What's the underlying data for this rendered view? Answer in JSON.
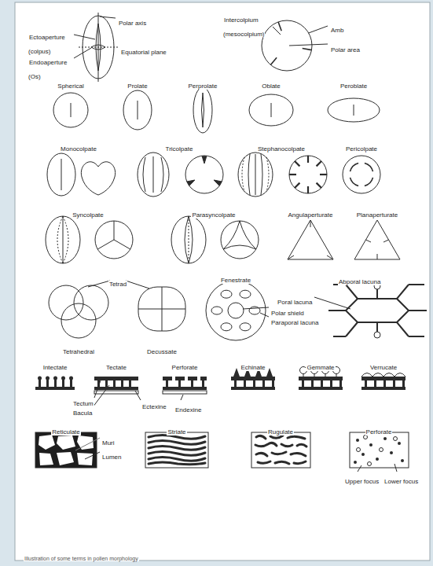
{
  "diagram": {
    "caption": "Illustration of some terms in pollen morphology",
    "labels": [
      "Polar axis",
      "Ectoaperture (colpus)",
      "Equatorial plane",
      "Endoaperture (Os)",
      "Intercolpium (mesocolpium)",
      "Amb",
      "Polar area",
      "Spherical",
      "Prolate",
      "Perprolate",
      "Oblate",
      "Peroblate",
      "Monocolpate",
      "Tricolpate",
      "Stephanocolpate",
      "Pericolpate",
      "Syncolpate",
      "Parasyncolpate",
      "Angulaperturate",
      "Planaperturate",
      "Tetrad",
      "Tetrahedral",
      "Decussate",
      "Fenestrate",
      "Abporal lacuna",
      "Poral lacuna",
      "Polar shield",
      "Paraporal lacuna",
      "Intectate",
      "Tectate",
      "Perforate",
      "Echinate",
      "Gemmate",
      "Verrucate",
      "Tectum",
      "Bacula",
      "Ectexine",
      "Endexine",
      "Reticulate",
      "Muri",
      "Lumen",
      "Striate",
      "Rugulate",
      "Perforate",
      "Upper focus",
      "Lower focus"
    ]
  }
}
